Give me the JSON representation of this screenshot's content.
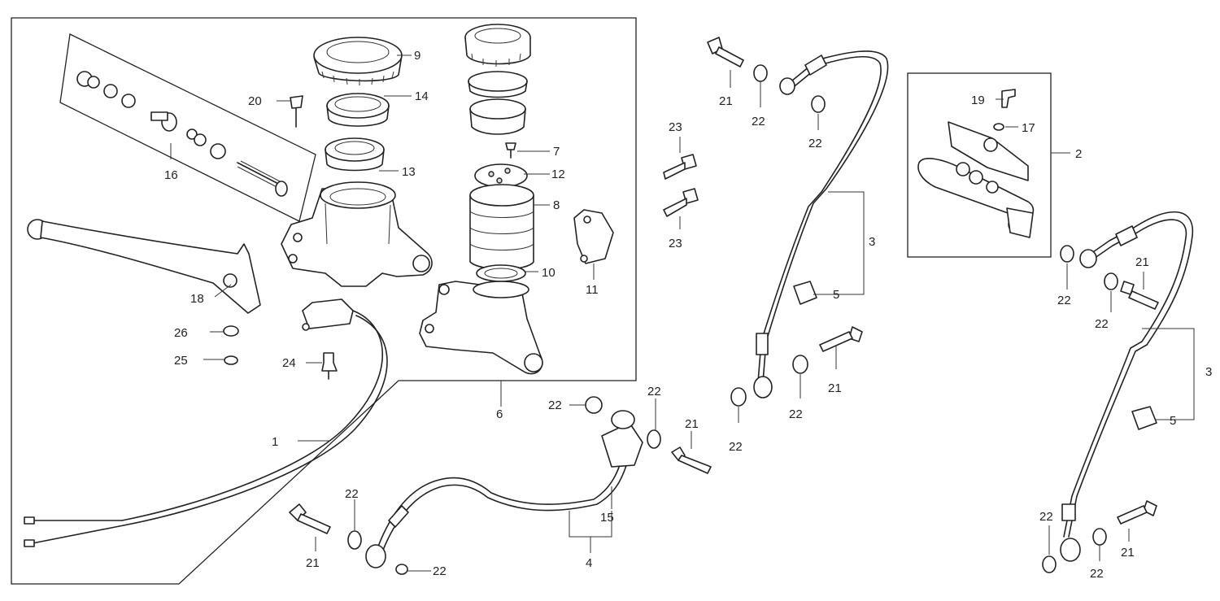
{
  "labels": {
    "p1": "1",
    "p2": "2",
    "p3a": "3",
    "p3b": "3",
    "p4": "4",
    "p5a": "5",
    "p5b": "5",
    "p6": "6",
    "p7": "7",
    "p8": "8",
    "p9": "9",
    "p10": "10",
    "p11": "11",
    "p12": "12",
    "p13": "13",
    "p14": "14",
    "p15": "15",
    "p16": "16",
    "p17": "17",
    "p18": "18",
    "p19": "19",
    "p20": "20",
    "p21a": "21",
    "p21b": "21",
    "p21c": "21",
    "p21d": "21",
    "p21e": "21",
    "p21f": "21",
    "p22a": "22",
    "p22b": "22",
    "p22c": "22",
    "p22d": "22",
    "p22e": "22",
    "p22f": "22",
    "p22g": "22",
    "p22h": "22",
    "p22i": "22",
    "p22j": "22",
    "p22k": "22",
    "p22l": "22",
    "p23a": "23",
    "p23b": "23",
    "p24": "24",
    "p25": "25",
    "p26": "26"
  }
}
